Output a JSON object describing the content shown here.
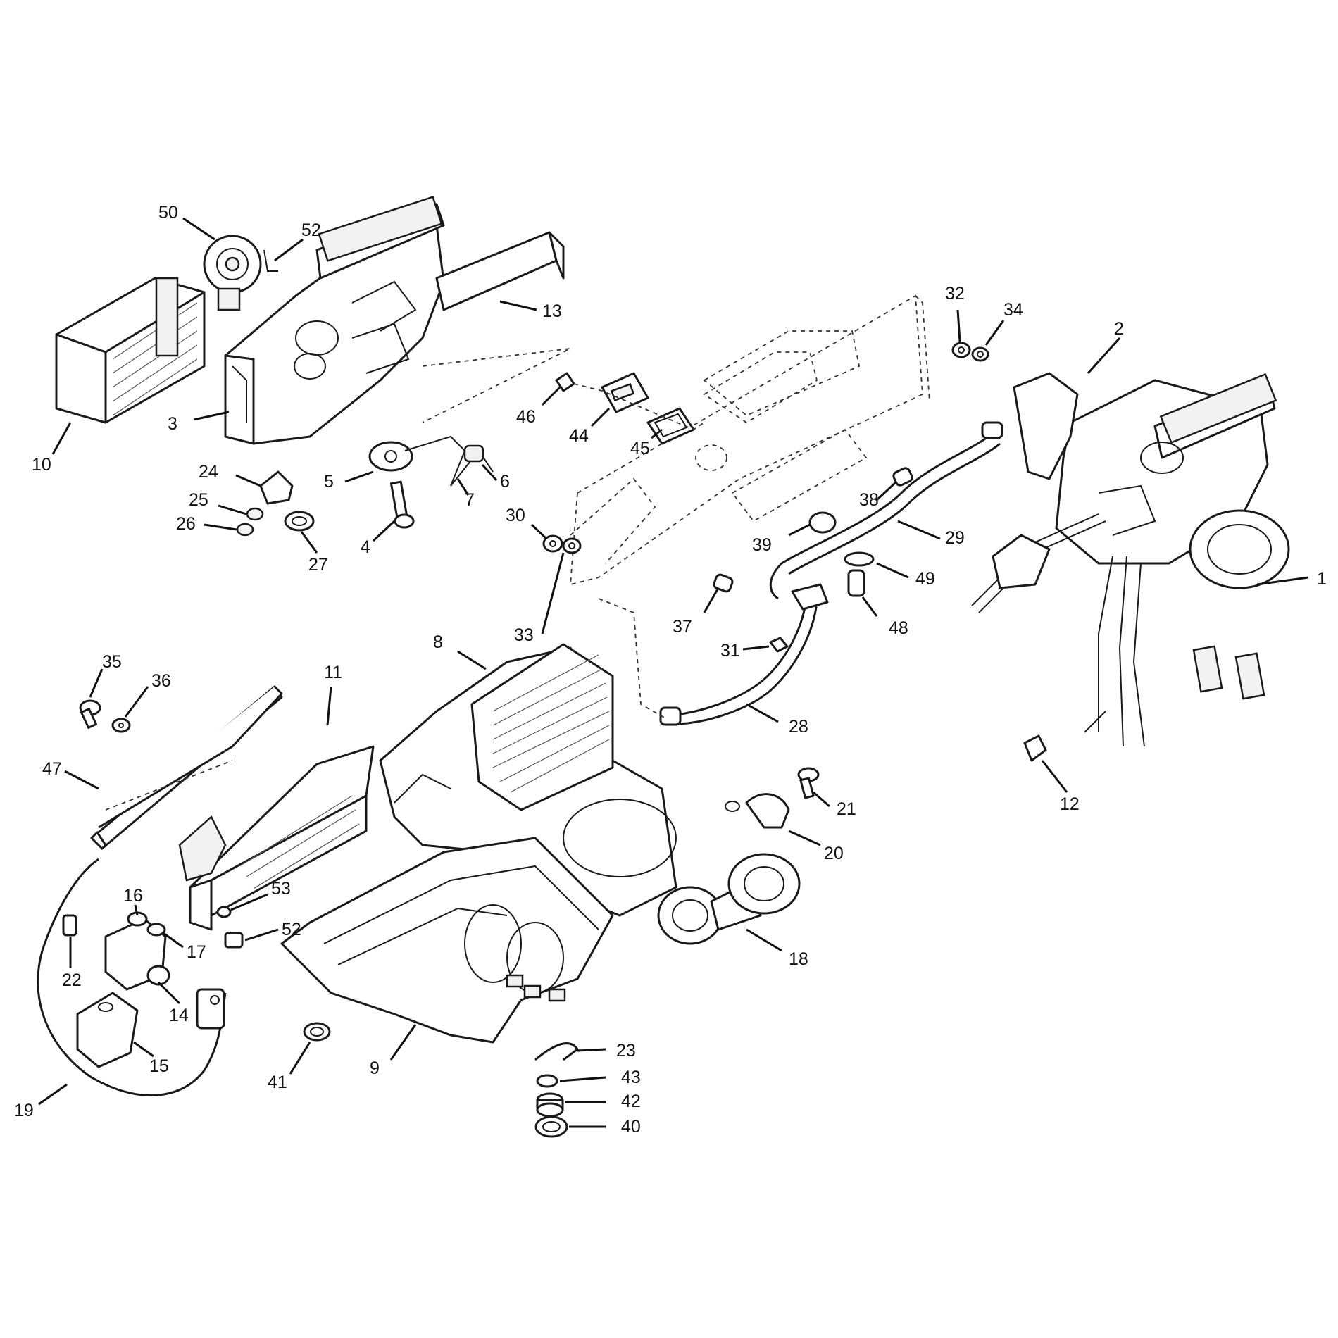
{
  "diagram": {
    "callouts": [
      "1",
      "2",
      "3",
      "4",
      "5",
      "6",
      "7",
      "8",
      "9",
      "10",
      "11",
      "12",
      "13",
      "14",
      "15",
      "16",
      "17",
      "18",
      "19",
      "20",
      "21",
      "22",
      "23",
      "24",
      "25",
      "26",
      "27",
      "28",
      "29",
      "30",
      "31",
      "32",
      "33",
      "34",
      "35",
      "36",
      "37",
      "38",
      "39",
      "40",
      "41",
      "42",
      "43",
      "44",
      "45",
      "46",
      "47",
      "48",
      "49",
      "50",
      "52",
      "52",
      "53"
    ]
  }
}
